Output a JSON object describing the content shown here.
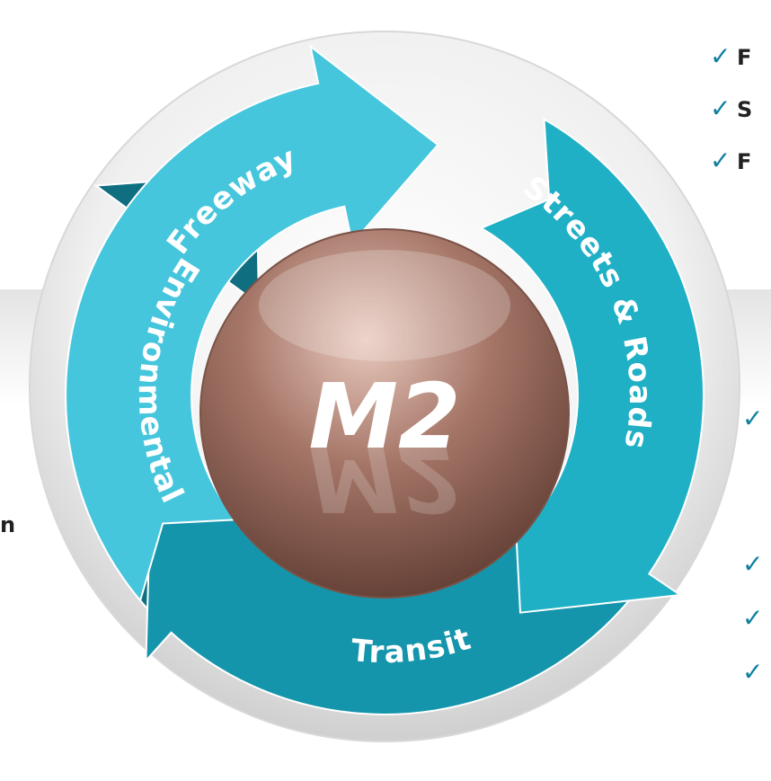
{
  "hub": {
    "label": "M2"
  },
  "segments": [
    {
      "label": "Freeway",
      "color": "#45c6dc"
    },
    {
      "label": "Streets & Roads",
      "color": "#1fb0c6"
    },
    {
      "label": "Transit",
      "color": "#1495ab"
    },
    {
      "label": "Environmental",
      "color": "#0f6f80"
    }
  ],
  "right_list_top": [
    {
      "check": "✓",
      "text": "F"
    },
    {
      "check": "✓",
      "text": "S"
    },
    {
      "check": "✓",
      "text": "F"
    }
  ],
  "right_list_bottom": [
    {
      "check": "✓"
    },
    {
      "check": "✓"
    },
    {
      "check": "✓"
    },
    {
      "check": "✓"
    }
  ],
  "left_fragment": "n",
  "colors": {
    "band": "#ececec",
    "check": "#0e7fa0",
    "hub": "#9a6b5e"
  }
}
